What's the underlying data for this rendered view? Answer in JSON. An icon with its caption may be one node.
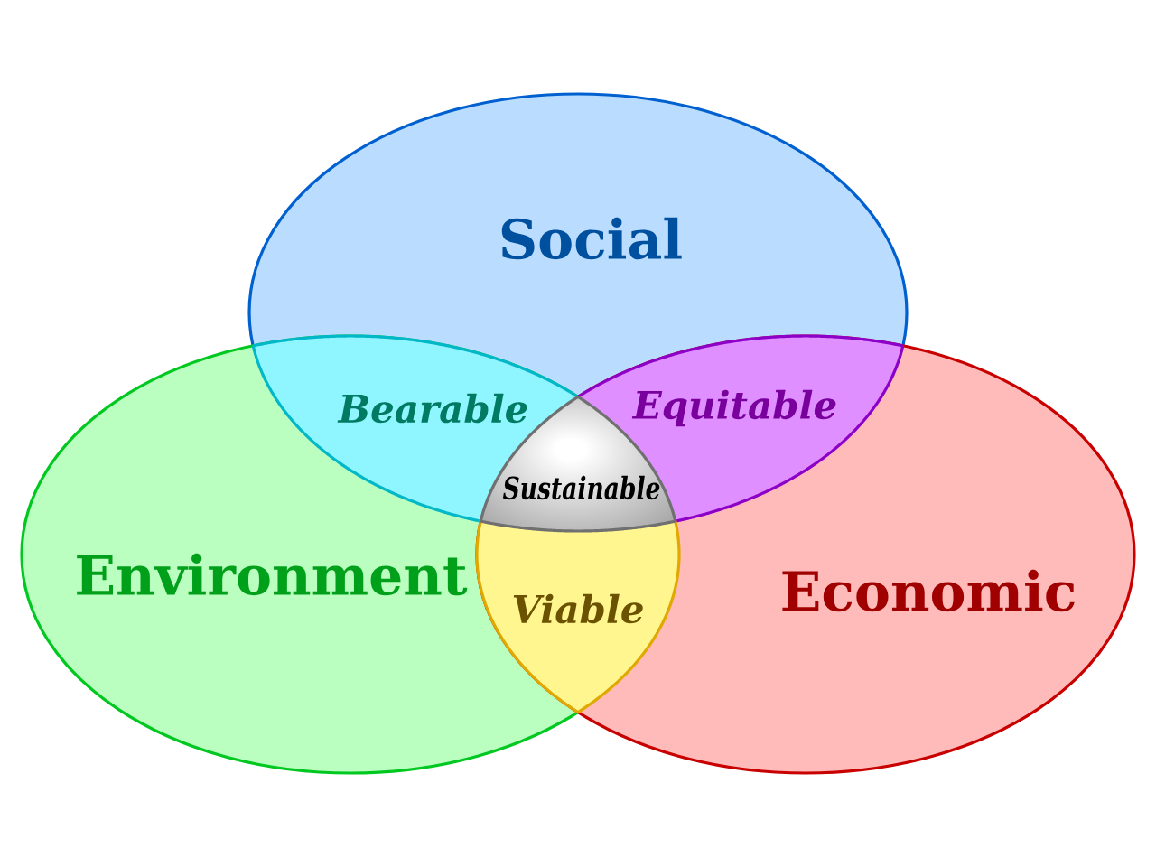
{
  "diagram": {
    "nodes": [
      {
        "text": [
          "Social"
        ]
      },
      {
        "text": [
          "Bearable"
        ]
      },
      {
        "text": [
          "Equitable"
        ]
      },
      {
        "text": [
          "Sustainable"
        ]
      },
      {
        "text": [
          "Environment"
        ]
      },
      {
        "text": [
          "Viable"
        ]
      },
      {
        "text": [
          "Economic"
        ]
      }
    ]
  }
}
